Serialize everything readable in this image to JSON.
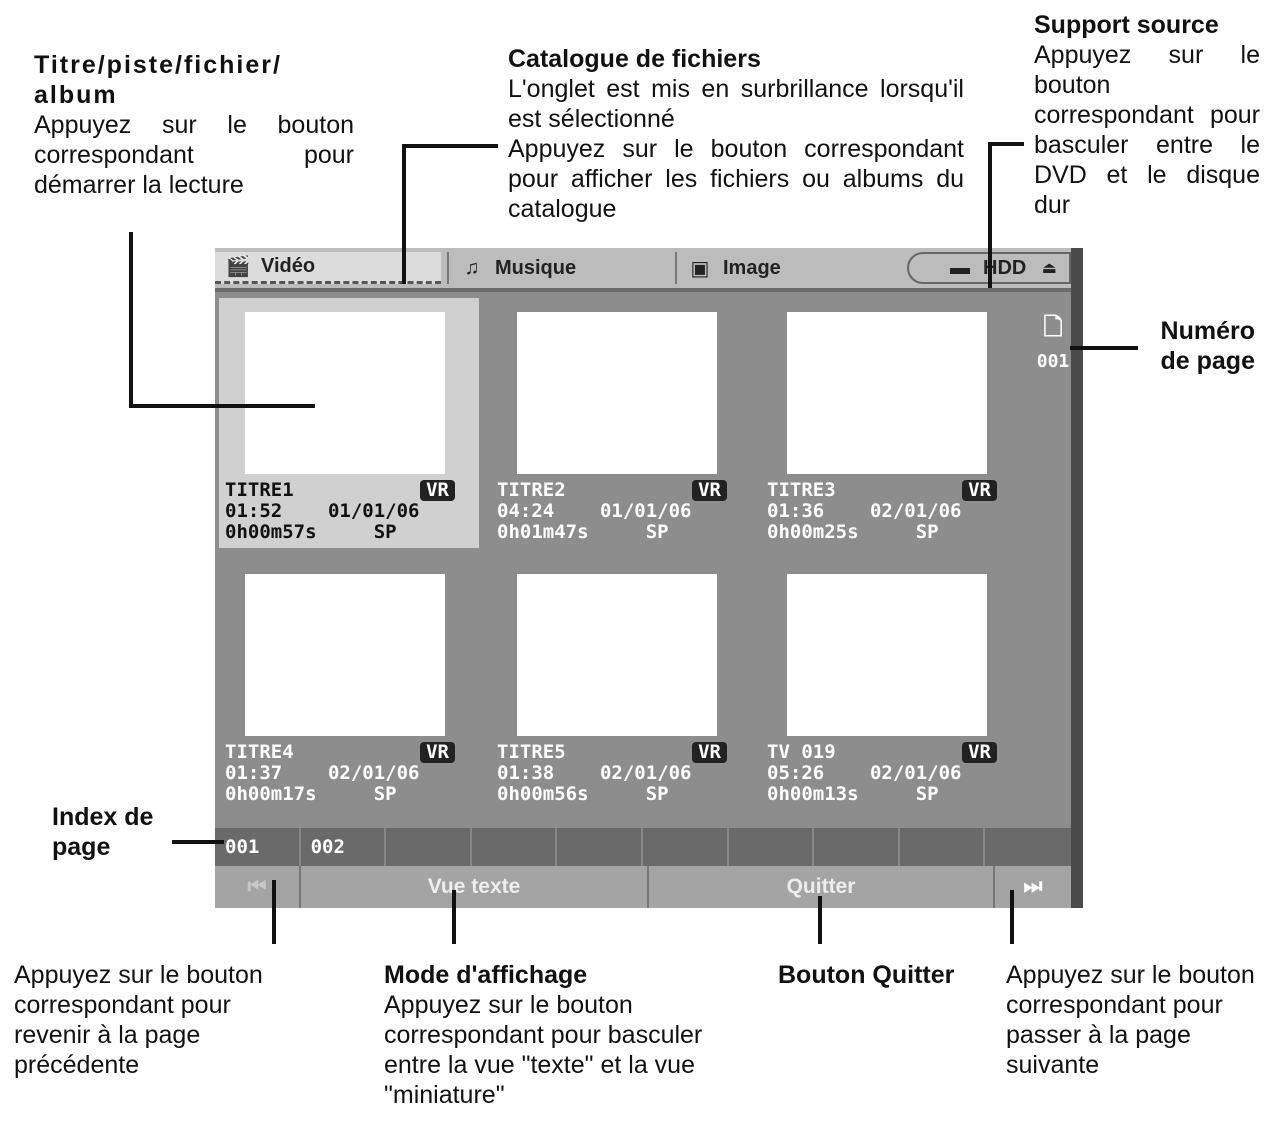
{
  "annotations": {
    "title_track": {
      "title": "Titre/piste/fichier/ album",
      "body": "Appuyez sur le bouton correspondant pour démarrer la lecture"
    },
    "catalogue": {
      "title": "Catalogue de fichiers",
      "line1": "L'onglet est mis en surbrillance lorsqu'il est sélectionné",
      "line2": "Appuyez sur le bouton correspondant pour afficher les fichiers ou albums du catalogue"
    },
    "source": {
      "title": "Support source",
      "body": "Appuyez sur le bouton correspondant pour basculer entre le DVD et le disque dur"
    },
    "page_number": {
      "title": "Numéro de page"
    },
    "page_index": {
      "title": "Index de page"
    },
    "prev_page": {
      "body": "Appuyez sur le bouton correspondant pour revenir à la page précédente"
    },
    "display_mode": {
      "title": "Mode d'affichage",
      "body": "Appuyez sur le bouton correspondant pour basculer entre la vue \"texte\" et la vue \"miniature\""
    },
    "quit": {
      "title": "Bouton Quitter"
    },
    "next_page": {
      "body": "Appuyez sur le bouton correspondant pour passer à la page suivante"
    }
  },
  "screen": {
    "tabs": [
      {
        "label": "Vidéo",
        "icon": "video-icon"
      },
      {
        "label": "Musique",
        "icon": "music-icon"
      },
      {
        "label": "Image",
        "icon": "image-icon"
      }
    ],
    "source_label": "HDD",
    "page_number": "001",
    "titles": [
      {
        "name": "TITRE1",
        "badge": "VR",
        "time": "01:52",
        "date": "01/01/06",
        "duration": "0h00m57s",
        "mode": "SP"
      },
      {
        "name": "TITRE2",
        "badge": "VR",
        "time": "04:24",
        "date": "01/01/06",
        "duration": "0h01m47s",
        "mode": "SP"
      },
      {
        "name": "TITRE3",
        "badge": "VR",
        "time": "01:36",
        "date": "02/01/06",
        "duration": "0h00m25s",
        "mode": "SP"
      },
      {
        "name": "TITRE4",
        "badge": "VR",
        "time": "01:37",
        "date": "02/01/06",
        "duration": "0h00m17s",
        "mode": "SP"
      },
      {
        "name": "TITRE5",
        "badge": "VR",
        "time": "01:38",
        "date": "02/01/06",
        "duration": "0h00m56s",
        "mode": "SP"
      },
      {
        "name": "TV 019",
        "badge": "VR",
        "time": "05:26",
        "date": "02/01/06",
        "duration": "0h00m13s",
        "mode": "SP"
      }
    ],
    "page_index": [
      "001",
      "002"
    ],
    "bottom": {
      "text_view": "Vue texte",
      "quit": "Quitter"
    }
  }
}
